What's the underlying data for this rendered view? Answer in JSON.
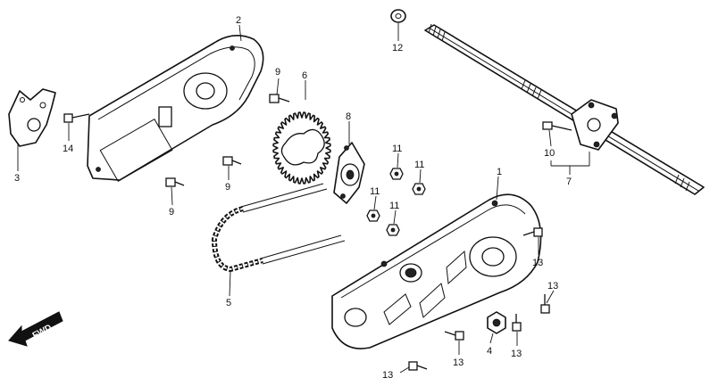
{
  "callouts": {
    "c1": "1",
    "c2": "2",
    "c3": "3",
    "c4": "4",
    "c5": "5",
    "c6": "6",
    "c7": "7",
    "c8": "8",
    "c9a": "9",
    "c9b": "9",
    "c9c": "9",
    "c10": "10",
    "c11a": "11",
    "c11b": "11",
    "c11c": "11",
    "c11d": "11",
    "c12": "12",
    "c13a": "13",
    "c13b": "13",
    "c13c": "13",
    "c13d": "13",
    "c13e": "13",
    "c14": "14"
  },
  "fwd_label": "FWD",
  "colors": {
    "ink": "#111111",
    "paper": "#ffffff"
  }
}
